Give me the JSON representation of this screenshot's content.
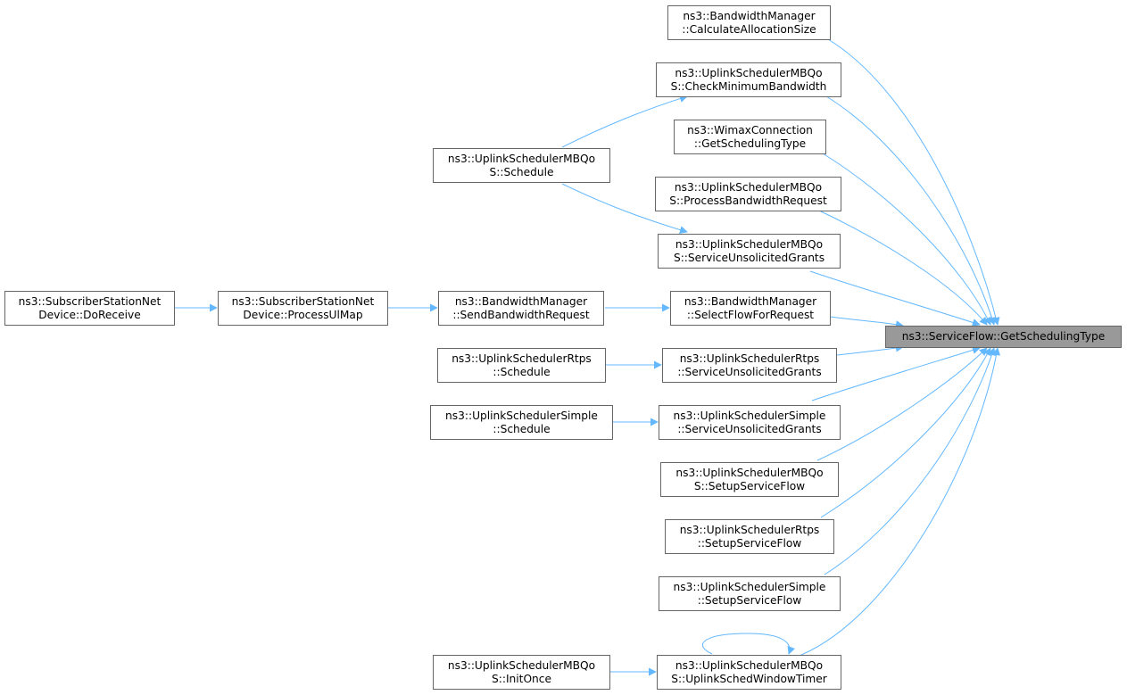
{
  "diagram": {
    "type": "doxygen-caller-graph",
    "edge_color": "#63b8ff",
    "node_border_color": "#666666",
    "target_fill_color": "#999999",
    "nodes": {
      "target": {
        "lines": [
          "ns3::ServiceFlow::GetSchedulingType"
        ]
      },
      "calcAlloc": {
        "lines": [
          "ns3::BandwidthManager",
          "::CalculateAllocationSize"
        ]
      },
      "checkMin": {
        "lines": [
          "ns3::UplinkSchedulerMBQo",
          "S::CheckMinimumBandwidth"
        ]
      },
      "wimax": {
        "lines": [
          "ns3::WimaxConnection",
          "::GetSchedulingType"
        ]
      },
      "procBw": {
        "lines": [
          "ns3::UplinkSchedulerMBQo",
          "S::ProcessBandwidthRequest"
        ]
      },
      "mbqosUG": {
        "lines": [
          "ns3::UplinkSchedulerMBQo",
          "S::ServiceUnsolicitedGrants"
        ]
      },
      "selFlow": {
        "lines": [
          "ns3::BandwidthManager",
          "::SelectFlowForRequest"
        ]
      },
      "rtpsUG": {
        "lines": [
          "ns3::UplinkSchedulerRtps",
          "::ServiceUnsolicitedGrants"
        ]
      },
      "simpleUG": {
        "lines": [
          "ns3::UplinkSchedulerSimple",
          "::ServiceUnsolicitedGrants"
        ]
      },
      "mbqosSSF": {
        "lines": [
          "ns3::UplinkSchedulerMBQo",
          "S::SetupServiceFlow"
        ]
      },
      "rtpsSSF": {
        "lines": [
          "ns3::UplinkSchedulerRtps",
          "::SetupServiceFlow"
        ]
      },
      "simpleSSF": {
        "lines": [
          "ns3::UplinkSchedulerSimple",
          "::SetupServiceFlow"
        ]
      },
      "winTimer": {
        "lines": [
          "ns3::UplinkSchedulerMBQo",
          "S::UplinkSchedWindowTimer"
        ]
      },
      "mbqosSch": {
        "lines": [
          "ns3::UplinkSchedulerMBQo",
          "S::Schedule"
        ]
      },
      "sendBw": {
        "lines": [
          "ns3::BandwidthManager",
          "::SendBandwidthRequest"
        ]
      },
      "rtpsSch": {
        "lines": [
          "ns3::UplinkSchedulerRtps",
          "::Schedule"
        ]
      },
      "simpleSch": {
        "lines": [
          "ns3::UplinkSchedulerSimple",
          "::Schedule"
        ]
      },
      "initOnce": {
        "lines": [
          "ns3::UplinkSchedulerMBQo",
          "S::InitOnce"
        ]
      },
      "procUl": {
        "lines": [
          "ns3::SubscriberStationNet",
          "Device::ProcessUlMap"
        ]
      },
      "doRecv": {
        "lines": [
          "ns3::SubscriberStationNet",
          "Device::DoReceive"
        ]
      }
    }
  }
}
